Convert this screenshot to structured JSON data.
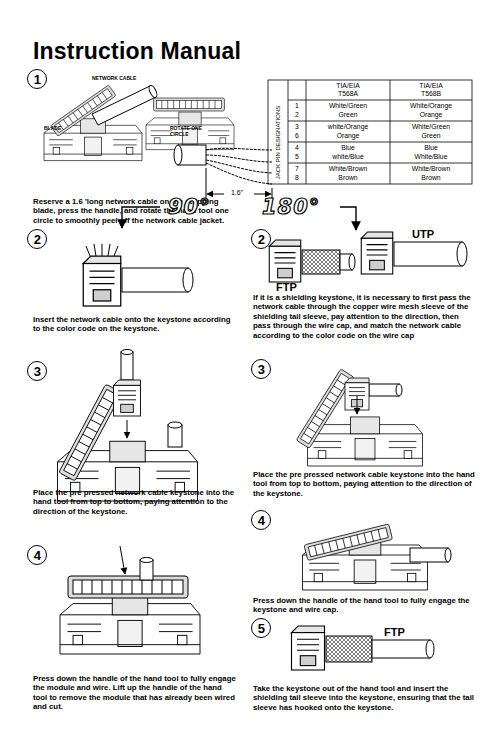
{
  "diagram": {
    "title": "Instruction Manual",
    "nodes": [
      {
        "text": [
          "1"
        ]
      },
      {
        "text": [
          "2"
        ]
      },
      {
        "text": [
          "3"
        ]
      },
      {
        "text": [
          "4"
        ]
      },
      {
        "text": [
          "2"
        ]
      },
      {
        "text": [
          "3"
        ]
      },
      {
        "text": [
          "4"
        ]
      },
      {
        "text": [
          "5"
        ]
      }
    ],
    "labels": [
      "NETWORK CABLE",
      "BLADE",
      "ROTATE ONE CIRCLE",
      "1.6\"",
      "Reserve a 1.6 'long network cable on the stripping blade, press the handle, and rotate the hand tool one circle to smoothly peel off the network cable jacket.",
      "JACK PIN DESIGNATIONS",
      "TIA/EIA T568A",
      "TIA/EIA T568B",
      "1",
      "2",
      "White/Green",
      "Green",
      "White/Orange",
      "Orange",
      "3",
      "6",
      "white/Orange",
      "Orange",
      "White/Green",
      "Green",
      "4",
      "5",
      "Blue",
      "white/Blue",
      "Blue",
      "White/Blue",
      "7",
      "8",
      "White/Brown",
      "Brown",
      "White/Brown",
      "Brown",
      "90°",
      "180°",
      "Insert the network cable onto the keystone according to the color code on the keystone.",
      "UTP",
      "FTP",
      "If it is a shielding keystone, it is necessary to first pass the network cable through the copper wire mesh sleeve of the shielding tail sleeve, pay attention to the direction, then pass through the wire cap, and match the network cable according to the color code on the wire cap",
      "Place the pre pressed network cable keystone into the hand tool from top to bottom, paying attention to the direction of the keystone.",
      "Place the pre pressed network cable keystone into the hand tool from top to bottom, paying attention to the direction of the keystone.",
      "Press down the handle of the hand tool to fully engage the keystone and wire cap.",
      "Press down the handle of the hand tool to fully engage the module and wire. Lift up the handle of the hand tool to remove the module that has already been wired and cut.",
      "FTP",
      "Take the keystone out of the hand tool and insert the shielding tail sleeve into the keystone, ensuring that the tail sleeve has hooked onto the keystone."
    ]
  }
}
